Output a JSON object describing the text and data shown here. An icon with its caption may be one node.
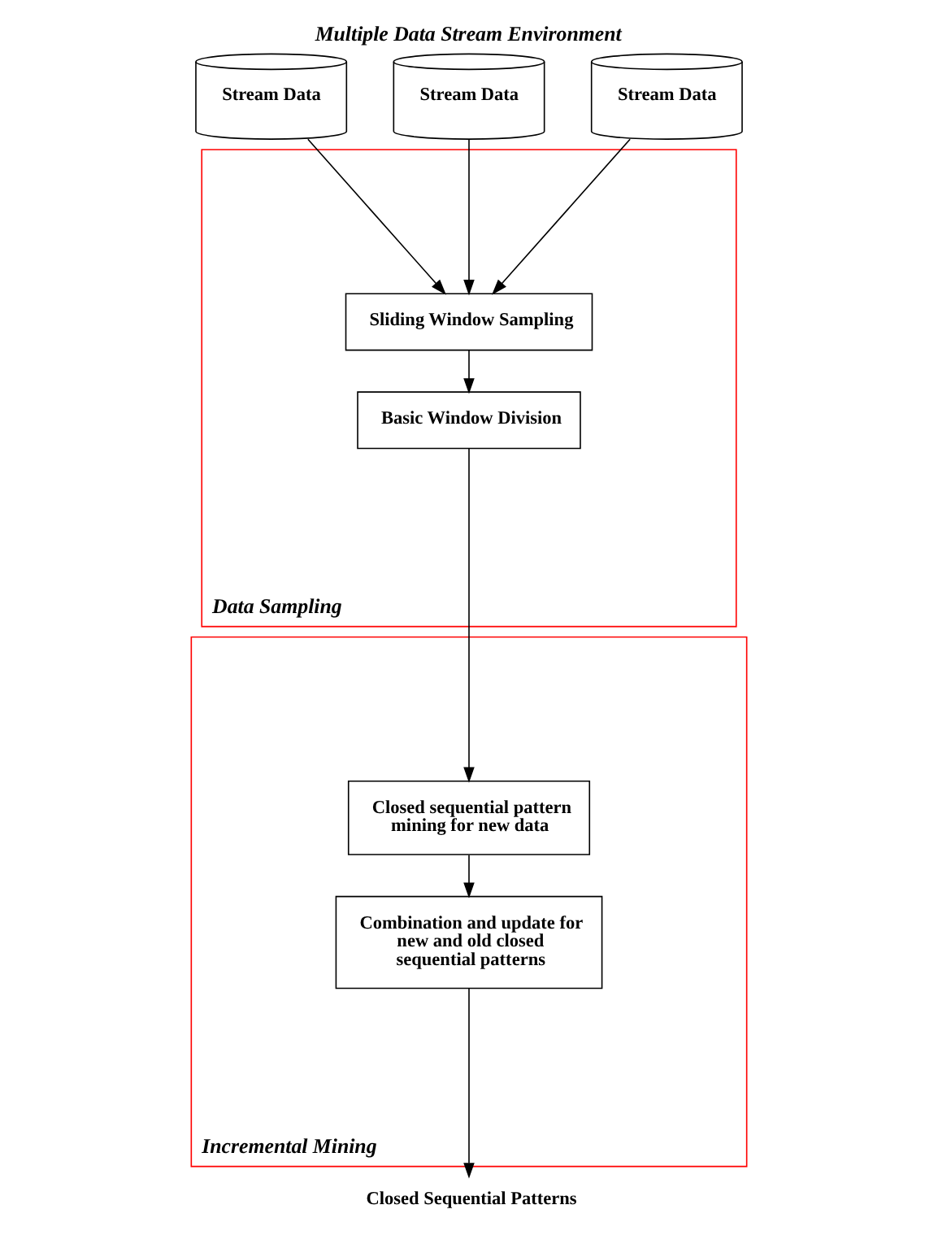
{
  "diagram": {
    "title": "Multiple Data Stream Environment",
    "nodes": [
      {
        "text": [
          "Stream Data"
        ]
      },
      {
        "text": [
          "Stream Data"
        ]
      },
      {
        "text": [
          "Stream Data"
        ]
      },
      {
        "text": [
          "Data Sampling"
        ]
      },
      {
        "text": [
          "Sliding Window Sampling"
        ],
        "in": 3
      },
      {
        "text": [
          "Basic Window Division"
        ],
        "in": 3
      },
      {
        "text": [
          "Incremental Mining"
        ]
      },
      {
        "text": [
          "Closed sequential pattern mining for new data"
        ],
        "in": 6
      },
      {
        "text": [
          "Combination and update for new and old closed sequential patterns"
        ],
        "in": 6
      },
      {
        "text": [
          "Closed Sequential Patterns"
        ]
      }
    ],
    "edges": [
      {
        "from": 0,
        "to": 4,
        "arrow": "to"
      },
      {
        "from": 1,
        "to": 4,
        "arrow": "to"
      },
      {
        "from": 2,
        "to": 4,
        "arrow": "to"
      },
      {
        "from": 4,
        "to": 5,
        "arrow": "to"
      },
      {
        "from": 5,
        "to": 7,
        "arrow": "to"
      },
      {
        "from": 7,
        "to": 8,
        "arrow": "to"
      },
      {
        "from": 8,
        "to": 9,
        "arrow": "to"
      }
    ]
  }
}
